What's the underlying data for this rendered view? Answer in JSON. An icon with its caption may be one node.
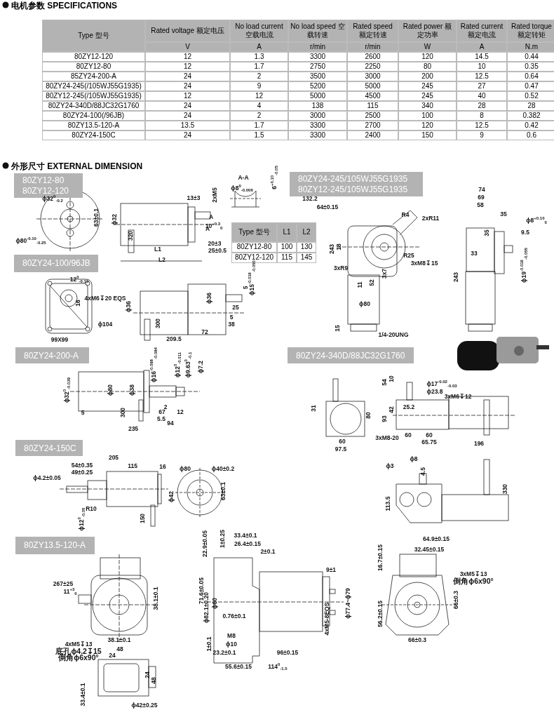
{
  "diagram": {
    "labels": [
      "电机参数 SPECIFICATIONS",
      "Type 型号",
      "Rated voltage 额定电压",
      "No load current 空载电流",
      "No load speed 空载转速",
      "Rated speed 额定转速",
      "Rated power 额定功率",
      "Rated current 额定电流",
      "Rated torque 额定转矩",
      "V",
      "A",
      "r/min",
      "r/min",
      "W",
      "A",
      "N.m",
      "80ZY12-120",
      "12",
      "1.3",
      "3300",
      "2600",
      "120",
      "14.5",
      "0.44",
      "80ZY12-80",
      "12",
      "1.7",
      "2750",
      "2250",
      "80",
      "10",
      "0.35",
      "85ZY24-200-A",
      "24",
      "2",
      "3500",
      "3000",
      "200",
      "12.5",
      "0.64",
      "80ZY24-245(/105WJ55G1935)",
      "24",
      "9",
      "5200",
      "5000",
      "245",
      "27",
      "0.47",
      "80ZY12-245(/105WJ55G1935)",
      "12",
      "12",
      "5000",
      "4500",
      "245",
      "40",
      "0.52",
      "80ZY24-340D/88JC32G1760",
      "24",
      "4",
      "138",
      "115",
      "340",
      "28",
      "28",
      "80ZY24-100(/96JB)",
      "24",
      "2",
      "3000",
      "2500",
      "100",
      "8",
      "0.382",
      "80ZY13.5-120-A",
      "13.5",
      "1.7",
      "3300",
      "2700",
      "120",
      "12.5",
      "0.42",
      "80ZY24-150C",
      "24",
      "1.5",
      "3300",
      "2400",
      "150",
      "9",
      "0.6",
      "外形尺寸 EXTERNAL DIMENSION",
      "Type 型号",
      "L1",
      "L2",
      "80ZY12-80",
      "100",
      "130",
      "80ZY12-120",
      "115",
      "145",
      "80ZY12-80",
      "80ZY12-120",
      "80ZY24-100/96JB",
      "80ZY24-245/105WJ55G1935",
      "80ZY12-245/105WJ55G1935",
      "80ZY24-200-A",
      "80ZY24-340D/88JC32G1760",
      "80ZY24-150C",
      "80ZY13.5-120-A",
      "ϕ32$^{0}$$_{-0.2}$",
      "ϕ80$^{-0.10}$$_{-0.25}$",
      "63±0.1",
      "ϕ32",
      "13±3",
      "2xM5",
      "A",
      "A",
      "10$^{+0.3}$$_{0}$",
      "320",
      "20±3",
      "L1",
      "25±0.5",
      "L2",
      "A-A",
      "ϕ8$^{0}$$_{-0.006}$",
      "6$^{+0.10}$$_{-0.05}$",
      "12$^{0}$$_{-0.10}$",
      "4xM6↧20 EQS",
      "16",
      "ϕ104",
      "99X99",
      "ϕ36",
      "ϕ36",
      "5",
      "ϕ15$^{-0.016}$$_{-0.050}$",
      "25",
      "5",
      "300",
      "38",
      "72",
      "209.5",
      "132.2",
      "64±0.15",
      "R4",
      "2xR11",
      "243",
      "18",
      "R25",
      "3xM8↧15",
      "3xR9",
      "3x7",
      "11",
      "52",
      "ϕ80",
      "15",
      "1/4-20UNG",
      "74",
      "69",
      "58",
      "35",
      "ϕ8$^{+0.10}$$_{0}$",
      "9.5",
      "35",
      "33",
      "243",
      "ϕ19$^{-0.016}$$_{-0.055}$",
      "ϕ32$^{0}$$_{-0.039}$",
      "ϕ80",
      "ϕ38",
      "ϕ16$^{-0.098}$$_{-0.084}$",
      "ϕ12$^{0}$$_{-0.011}$",
      "ϕ9.63$^{0}$$_{-0.1}$",
      "ϕ7.2",
      "5",
      "300",
      "2",
      "67",
      "12",
      "5.5",
      "94",
      "235",
      "205",
      "54±0.35",
      "115",
      "16",
      "49±0.25",
      "ϕ4.2±0.05",
      "ϕ42",
      "R10",
      "ϕ12$^{0}$$_{-0.05}$",
      "150",
      "ϕ80",
      "ϕ40±0.2",
      "63±0.1",
      "ϕ17$^{-0.02}$$_{-0.03}$",
      "ϕ23.8",
      "3xM6↧12",
      "54",
      "10",
      "31",
      "25.2",
      "42",
      "93",
      "80",
      "3xM8-20",
      "60",
      "97.5",
      "60",
      "60",
      "65.75",
      "196",
      "ϕ8",
      "ϕ3",
      "4.5",
      "330",
      "113.5",
      "267±25",
      "11$^{+3}$$_{0}$",
      "38.1±0.1",
      "38.1±0.1",
      "4xM5↧13",
      "底孔ϕ4.2↧15",
      "倒角ϕ6x90°",
      "48",
      "24",
      "24",
      "48",
      "33.4±0.1",
      "ϕ42±0.25",
      "22.9±0.05",
      "1±0.25",
      "33.4±0.1",
      "26.4±0.15",
      "2±0.1",
      "71.6±0.05",
      "9±1",
      "ϕ82.1±0.20",
      "ϕ60",
      "0.76±0.1",
      "ϕ77.4~ϕ79",
      "4xM5-8EQS",
      "1±0.1",
      "M8",
      "ϕ10",
      "23.2±0.1",
      "96±0.15",
      "55.6±0.15",
      "114$^{0}$$_{-1.5}$",
      "64.9±0.15",
      "32.45±0.15",
      "16.7±0.15",
      "3xM5↧13",
      "倒角ϕ6x90°",
      "56.2±0.15",
      "66±0.3",
      "66±0.3"
    ]
  }
}
